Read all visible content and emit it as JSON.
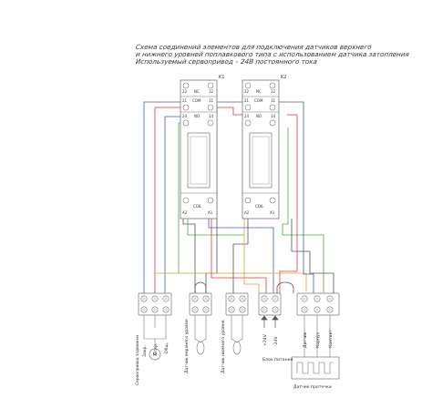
{
  "title": {
    "line1": "Схема соединений элементов для подключения датчиков верхнего",
    "line2": "и нижнего уровней поплавкового типа с использованием датчика затопления",
    "line3": "Используемый сервопривод – 24В постоянного тока"
  },
  "relays": [
    {
      "id": "K1",
      "terminals_top": [
        "22",
        "NC",
        "12"
      ],
      "terminal_com_left": "21",
      "terminal_com_label": "COM",
      "terminal_com_right": "11",
      "terminals_no": [
        "24",
        "NO",
        "14"
      ],
      "coil_label": "COIL",
      "terminals_coil": [
        "A2",
        "A1"
      ]
    },
    {
      "id": "K2",
      "terminals_top": [
        "22",
        "NC",
        "12"
      ],
      "terminal_com_left": "21",
      "terminal_com_label": "COM",
      "terminal_com_right": "11",
      "terminals_no": [
        "24",
        "NO",
        "14"
      ],
      "coil_label": "COIL",
      "terminals_coil": [
        "A2",
        "A1"
      ]
    }
  ],
  "terminal_labels": [
    "Закр.",
    "Откр.",
    "Общ.",
    "Датчик верхнего уровня",
    "Датчик нижнего уровня",
    "+24V",
    "-24V",
    "Блок питания",
    "Датчик",
    "Корпус",
    "Контакт"
  ],
  "component_labels": {
    "servo": "Сервопривод задвижки",
    "flood_sensor": "Датчик протечки"
  },
  "colors": {
    "red": "#e23a3a",
    "blue": "#3a5bd9",
    "green": "#4aa84a",
    "black": "#555555",
    "orange": "#e0a030",
    "outline": "#777777"
  }
}
